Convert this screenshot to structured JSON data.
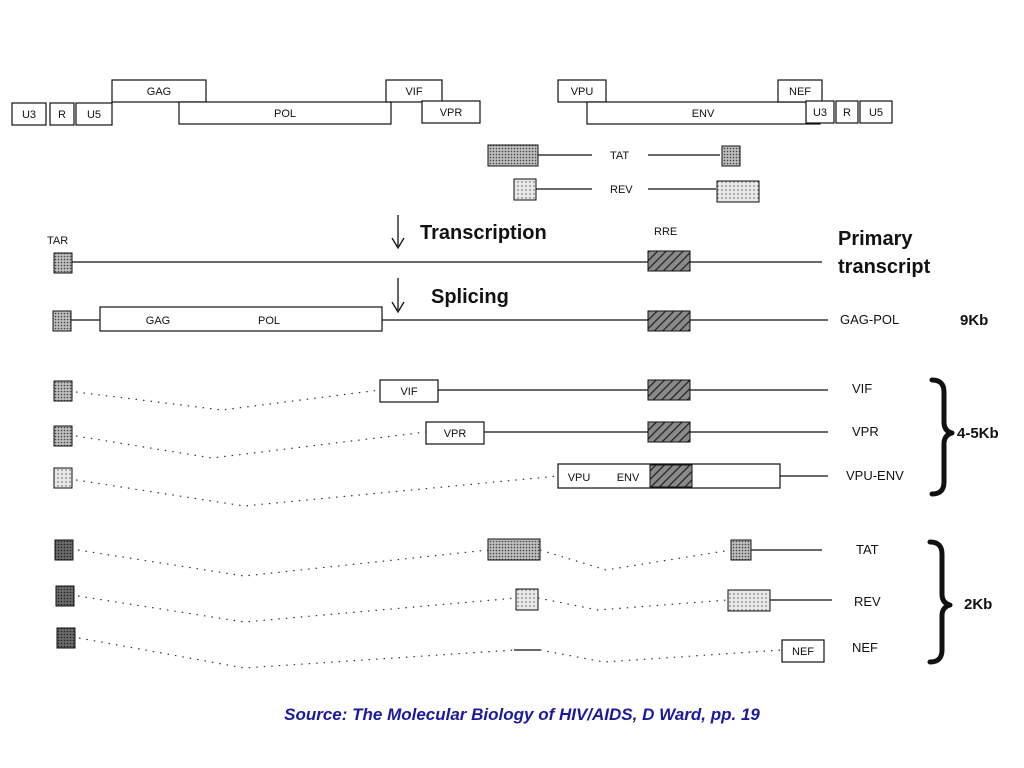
{
  "genome": {
    "ltr_left": [
      "U3",
      "R",
      "U5"
    ],
    "ltr_right": [
      "U3",
      "R",
      "U5"
    ],
    "genes": [
      "GAG",
      "POL",
      "VIF",
      "VPR",
      "VPU",
      "ENV",
      "NEF"
    ]
  },
  "spliced_labels": {
    "tat": "TAT",
    "rev": "REV"
  },
  "steps": {
    "transcription": "Transcription",
    "splicing": "Splicing"
  },
  "elements": {
    "tar": "TAR",
    "rre": "RRE"
  },
  "primary": [
    "Primary",
    "transcript"
  ],
  "rows": {
    "gag_pol": {
      "label": "GAG-POL",
      "size": "9Kb",
      "exon_labels": [
        "GAG",
        "POL"
      ]
    },
    "vif": {
      "label": "VIF",
      "exon_label": "VIF"
    },
    "vpr": {
      "label": "VPR",
      "exon_label": "VPR"
    },
    "vpu_env": {
      "label": "VPU-ENV",
      "exon_labels": [
        "VPU",
        "ENV"
      ]
    },
    "mid_group_size": "4-5Kb",
    "tat": {
      "label": "TAT"
    },
    "rev": {
      "label": "REV"
    },
    "nef": {
      "label": "NEF",
      "exon_label": "NEF"
    },
    "small_group_size": "2Kb"
  },
  "source": "Source:  The Molecular Biology of HIV/AIDS, D Ward, pp. 19"
}
